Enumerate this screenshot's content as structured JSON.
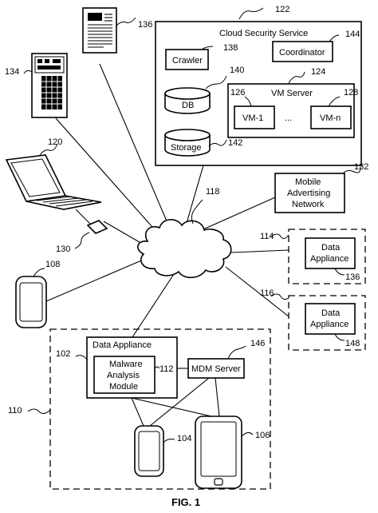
{
  "figure": {
    "caption": "FIG. 1",
    "cloud_security_service": {
      "label": "Cloud Security Service",
      "ref": "122",
      "crawler": {
        "label": "Crawler",
        "ref": "138"
      },
      "coordinator": {
        "label": "Coordinator",
        "ref": "144"
      },
      "db": {
        "label": "DB",
        "ref": "140"
      },
      "storage": {
        "label": "Storage",
        "ref": "142"
      },
      "vm_server": {
        "label": "VM Server",
        "ref": "124",
        "vm1": {
          "label": "VM-1",
          "ref": "126"
        },
        "ellipsis": "...",
        "vmn": {
          "label": "VM-n",
          "ref": "128"
        }
      }
    },
    "mobile_advertising_network": {
      "line1": "Mobile",
      "line2": "Advertising",
      "line3": "Network",
      "ref": "132"
    },
    "network_ref": "118",
    "document_ref": "136",
    "server_ref": "134",
    "laptop_ref": "120",
    "dongle_ref": "130",
    "phone_left_ref": "108",
    "remote_appliance_1": {
      "line1": "Data",
      "line2": "Appliance",
      "site_ref": "114",
      "ref": "136"
    },
    "remote_appliance_2": {
      "line1": "Data",
      "line2": "Appliance",
      "site_ref": "116",
      "ref": "148"
    },
    "enterprise_network": {
      "ref": "110",
      "data_appliance": {
        "label": "Data Appliance",
        "ref": "102"
      },
      "malware_module": {
        "line1": "Malware",
        "line2": "Analysis",
        "line3": "Module",
        "ref": "112"
      },
      "mdm_server": {
        "label": "MDM Server",
        "ref": "146"
      },
      "phone_ref": "104",
      "tablet_ref": "106"
    }
  }
}
